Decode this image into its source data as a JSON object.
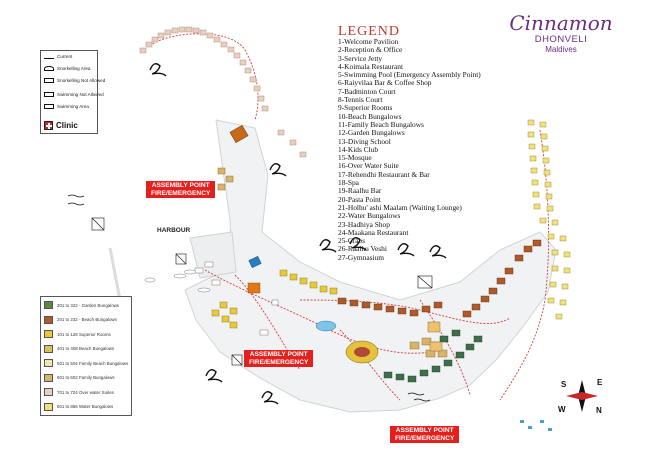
{
  "brand": {
    "name": "Cinnamon",
    "resort": "DHONVELI",
    "location": "Maldives"
  },
  "legend": {
    "title": "LEGEND",
    "items": [
      "1-Welcome Pavilion",
      "2-Reception & Office",
      "3-Service Jetty",
      "4-Koimala Restaurant",
      "5-Swimming Pool (Emergency Assembly Point)",
      "6-Raiyvilaa Bar & Coffee Shop",
      "7-Badminton Court",
      "8-Tennis Court",
      "9-Superior Rooms",
      "10-Beach Bungalows",
      "11-Family Beach Bungalows",
      "12-Garden Bungalows",
      "13-Diving School",
      "14-Kids Club",
      "15-Mosque",
      "16-Over Water Suite",
      "17-Rehendhi Restaurant & Bar",
      "18-Spa",
      "19-Raalhu Bar",
      "20-Pasta Point",
      "21-Holhu' ashi Maalam (Waiting Lounge)",
      "22-Water Bungalows",
      "23-Hadhiya Shop",
      "24-Maakana Restaurant",
      "25-Crabs",
      "26-Raalhu Veshi",
      "27-Gymnasium"
    ]
  },
  "activity_key": {
    "current_label": "Current",
    "snorkelling_area": "Snorkelling Area",
    "snorkelling_not_allowed": "Snorkelling Not Allowed",
    "swimming_not_allowed": "Swimming Not Allowed",
    "swimming_area": "Swimming Area",
    "clinic": "Clinic"
  },
  "room_key": [
    {
      "label": "301 to 322 - Garden Bungalows",
      "color": "#5c8a3a"
    },
    {
      "label": "201 to 232 - Beach Bungalows",
      "color": "#b05a2a"
    },
    {
      "label": "101 to 128 Superior Rooms",
      "color": "#e9c93a"
    },
    {
      "label": "401 to 408 Beach Bungalows",
      "color": "#d9c25a"
    },
    {
      "label": "501 to 504 Family Beach Bungalows",
      "color": "#f1e7a8"
    },
    {
      "label": "601 to 602 Family Bungalows",
      "color": "#d9b36a"
    },
    {
      "label": "701 to 724 Over water Suites",
      "color": "#e8cfc0"
    },
    {
      "label": "801 to 856 Water Bungalows",
      "color": "#f2e07c"
    }
  ],
  "assembly_points": [
    {
      "line1": "ASSEMBLY POINT",
      "line2": "FIRE/EMERGENCY"
    },
    {
      "line1": "ASSEMBLY POINT",
      "line2": "FIRE/EMERGENCY"
    },
    {
      "line1": "ASSEMBLY POINT",
      "line2": "FIRE/EMERGENCY"
    }
  ],
  "harbour_label": "HARBOUR",
  "compass": {
    "n": "N",
    "s": "S",
    "e": "E",
    "w": "W"
  },
  "colors": {
    "water_bungalow": "#f2e07c",
    "beach_bungalow": "#b05a2a",
    "garden_bungalow": "#3f6e4a",
    "over_water_suite": "#e8cfc0",
    "path": "#d73a3a",
    "assembly": "#e4201e",
    "brand": "#6b2c83"
  }
}
